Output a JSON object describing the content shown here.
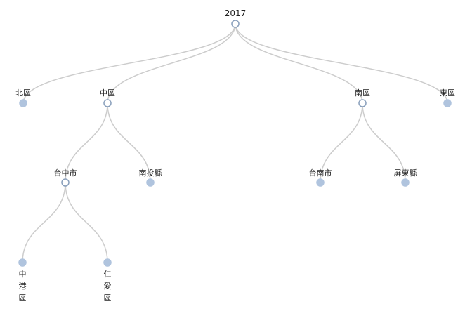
{
  "tree": {
    "root": {
      "label": "2017"
    },
    "regions": [
      {
        "id": "north",
        "label": "北區"
      },
      {
        "id": "central",
        "label": "中區"
      },
      {
        "id": "south",
        "label": "南區"
      },
      {
        "id": "east",
        "label": "東區"
      }
    ],
    "level2": [
      {
        "id": "taichung",
        "label": "台中市",
        "parent": "central"
      },
      {
        "id": "nantou",
        "label": "南投縣",
        "parent": "central"
      },
      {
        "id": "tainan",
        "label": "台南市",
        "parent": "south"
      },
      {
        "id": "pingtung",
        "label": "屏東縣",
        "parent": "south"
      }
    ],
    "level3": [
      {
        "id": "zhonggang",
        "label": "中港區",
        "chars": [
          "中",
          "港",
          "區"
        ],
        "parent": "taichung"
      },
      {
        "id": "renai",
        "label": "仁愛區",
        "chars": [
          "仁",
          "愛",
          "區"
        ],
        "parent": "taichung"
      }
    ]
  }
}
